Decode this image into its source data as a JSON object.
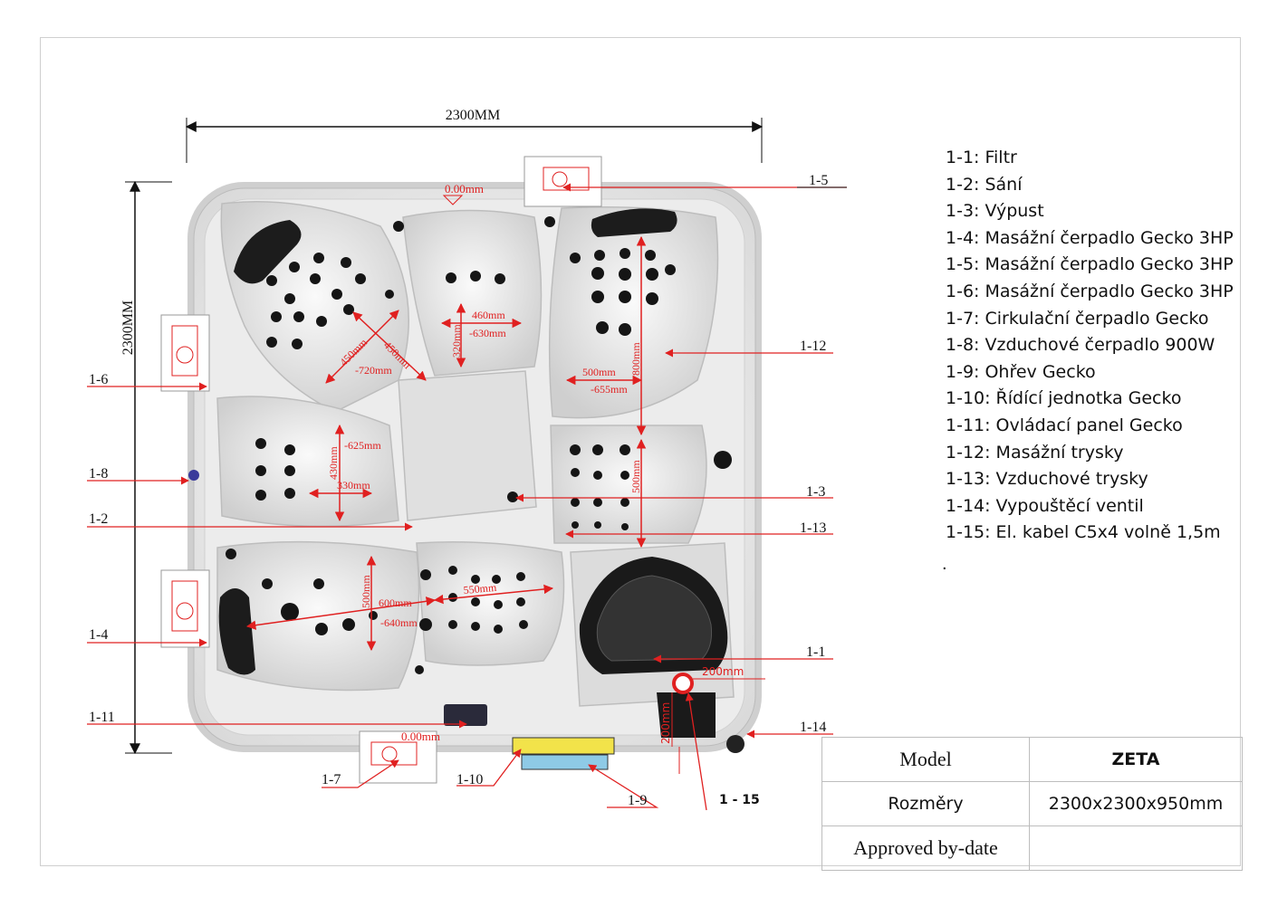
{
  "dimensions": {
    "width_label": "2300MM",
    "height_label": "2300MM",
    "top_drain_label": "0.00mm",
    "bottom_drain_label": "0.00mm",
    "hole_200_h": "200mm",
    "hole_200_v": "200mm"
  },
  "seat_dims": [
    "460mm",
    "-630mm",
    "320mm",
    "450mm",
    "450mm",
    "-720mm",
    "500mm",
    "-655mm",
    "800mm",
    "-625mm",
    "430mm",
    "330mm",
    "500mm",
    "600mm",
    "550mm",
    "500mm",
    "-640mm"
  ],
  "callouts": {
    "c1_5": "1-5",
    "c1_6": "1-6",
    "c1_8": "1-8",
    "c1_2": "1-2",
    "c1_4": "1-4",
    "c1_11": "1-11",
    "c1_12": "1-12",
    "c1_3": "1-3",
    "c1_13": "1-13",
    "c1_1": "1-1",
    "c1_14": "1-14",
    "c1_7": "1-7",
    "c1_10": "1-10",
    "c1_9": "1-9",
    "c1_15": "1 - 15"
  },
  "legend": [
    "1-1: Filtr",
    "1-2: Sání",
    "1-3: Výpust",
    "1-4: Masážní čerpadlo Gecko 3HP",
    "1-5: Masážní čerpadlo Gecko 3HP",
    "1-6: Masážní čerpadlo Gecko 3HP",
    "1-7: Cirkulační čerpadlo Gecko",
    "1-8: Vzduchové čerpadlo 900W",
    "1-9: Ohřev Gecko",
    "1-10: Řídící jednotka Gecko",
    "1-11: Ovládací panel Gecko",
    "1-12: Masážní trysky",
    "1-13: Vzduchové trysky",
    "1-14: Vypouštěcí ventil",
    "1-15:  El. kabel C5x4 volně 1,5m"
  ],
  "legend_trailing": ".",
  "spec": {
    "model_label": "Model",
    "model_value": "ZETA",
    "size_label": "Rozměry",
    "size_value": "2300x2300x950mm",
    "approved_label": "Approved by-date",
    "approved_value": ""
  },
  "colors": {
    "dim_red": "#e02020",
    "shell": "#f2f2f2",
    "jet": "#151515",
    "pillow": "#1c1c1c",
    "heater": "#8ecae6",
    "control": "#f2e34a"
  }
}
